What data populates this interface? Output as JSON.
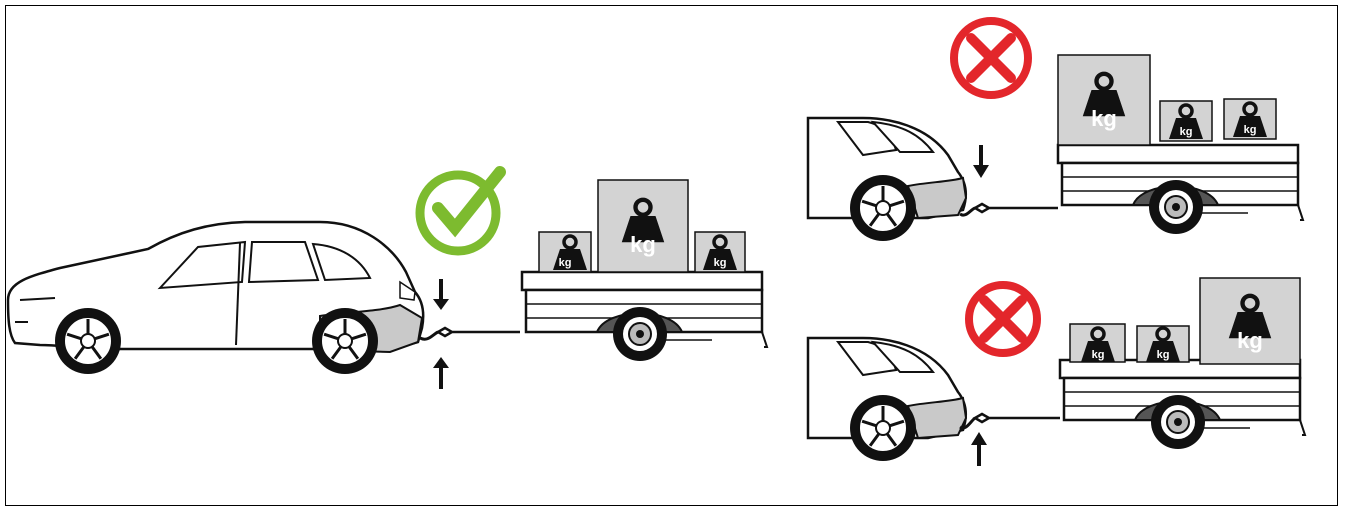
{
  "colors": {
    "ok": "#7dbb2f",
    "bad": "#e3262b",
    "box_fill": "#d3d3d3",
    "bumper": "#c9c9c9",
    "line": "#1a1a1a"
  },
  "icons": [
    "check-icon",
    "cross-icon",
    "weight-icon",
    "arrow-icon",
    "tow-hitch-icon"
  ],
  "weight_label": "kg",
  "scenarios": [
    {
      "status": "correct"
    },
    {
      "status": "incorrect"
    },
    {
      "status": "incorrect"
    }
  ]
}
